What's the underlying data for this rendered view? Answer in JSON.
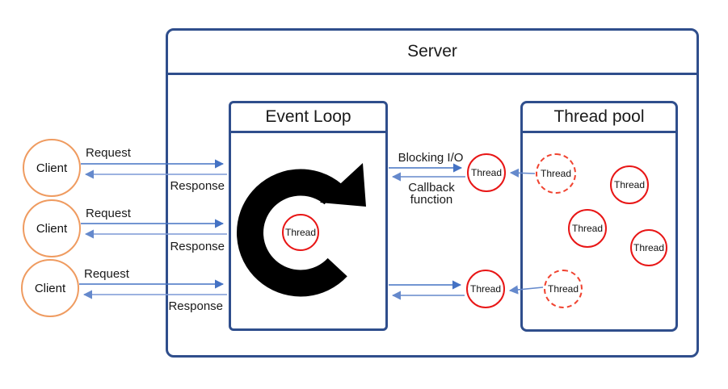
{
  "colors": {
    "box_border": "#2f4e8c",
    "arrow_primary": "#4472c4",
    "arrow_secondary": "#7b99d6",
    "client_border": "#ef9b60",
    "thread_solid_border": "#e81616",
    "thread_dashed_border": "#f04330",
    "cycle_icon": "#000000"
  },
  "server": {
    "title": "Server"
  },
  "event_loop": {
    "title": "Event Loop",
    "thread": {
      "label": "Thread"
    }
  },
  "thread_pool": {
    "title": "Thread pool"
  },
  "clients": [
    {
      "label": "Client",
      "request_label": "Request",
      "response_label": "Response"
    },
    {
      "label": "Client",
      "request_label": "Request",
      "response_label": "Response"
    },
    {
      "label": "Client",
      "request_label": "Request",
      "response_label": "Response"
    }
  ],
  "io": {
    "blocking_label": "Blocking I/O",
    "callback_label": "Callback function"
  },
  "worker_threads": [
    {
      "label": "Thread"
    },
    {
      "label": "Thread"
    }
  ],
  "pool_threads": [
    {
      "label": "Thread",
      "state": "dashed"
    },
    {
      "label": "Thread",
      "state": "solid"
    },
    {
      "label": "Thread",
      "state": "solid"
    },
    {
      "label": "Thread",
      "state": "solid"
    },
    {
      "label": "Thread",
      "state": "dashed"
    }
  ]
}
